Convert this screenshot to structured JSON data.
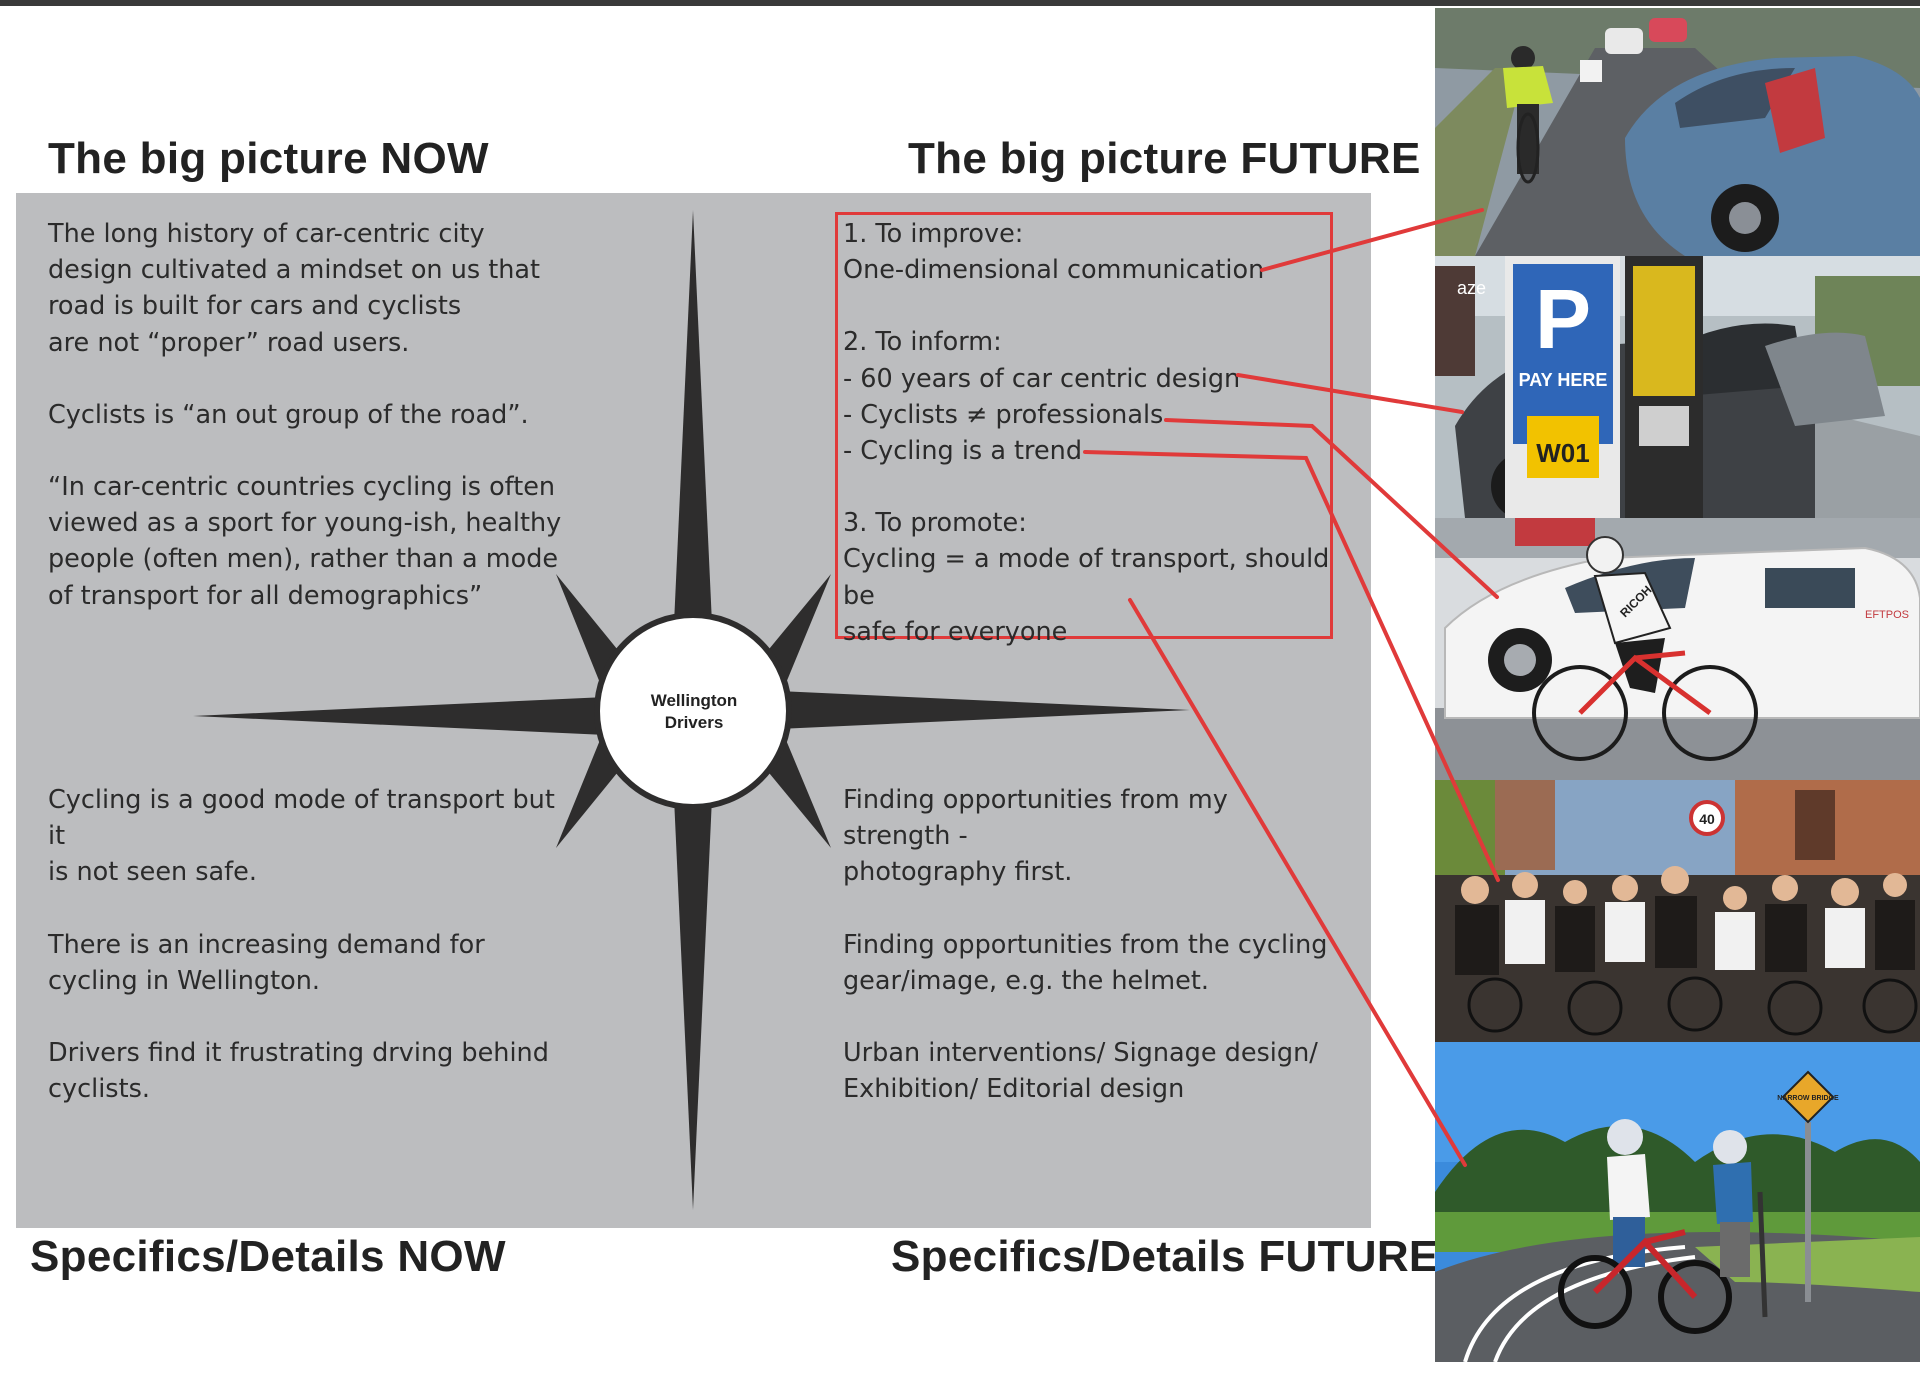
{
  "headings": {
    "top_left": "The big picture NOW",
    "top_right": "The big picture FUTURE",
    "bottom_left": "Specifics/Details NOW",
    "bottom_right": "Specifics/Details FUTURE"
  },
  "center": {
    "line1": "Wellington",
    "line2": "Drivers"
  },
  "quadrants": {
    "big_picture_now": [
      "The long history of car-centric city\ndesign cultivated a mindset on us that\nroad is built for cars and cyclists\nare not “proper” road users.",
      "Cyclists is “an out group of the road”.",
      "“In car-centric countries cycling is often\nviewed as a sport for young-ish, healthy\npeople (often men), rather than a mode\nof transport for all demographics”"
    ],
    "big_picture_future": [
      "1. To improve:\nOne-dimensional communication",
      "2. To inform:\n- 60 years of car centric design\n- Cyclists ≠ professionals\n- Cycling is a trend",
      "3. To promote:\nCycling = a mode of transport, should be\nsafe for everyone"
    ],
    "specifics_now": [
      "Cycling is a good mode of transport but it\nis not seen safe.",
      "There is an increasing demand for\ncycling in Wellington.",
      "Drivers find it frustrating drving behind\ncyclists."
    ],
    "specifics_future": [
      "Finding opportunities from my strength -\nphotography first.",
      "Finding opportunities from the cycling\ngear/image, e.g. the helmet.",
      "Urban interventions/ Signage design/\nExhibition/ Editorial design"
    ]
  },
  "photos": {
    "parking_sign_letter": "P",
    "parking_sign_text": "PAY HERE",
    "parking_zone": "W01",
    "store_sign": "aze",
    "taxi_text": "EFTPOS",
    "jersey_text": "RICOH",
    "speed_sign": "40",
    "warning_sign": "NARROW BRIDGE"
  },
  "colors": {
    "panel": "#bcbdbf",
    "accent_red": "#e03a3a",
    "compass": "#2e2d2d",
    "heading_text": "#222222"
  }
}
